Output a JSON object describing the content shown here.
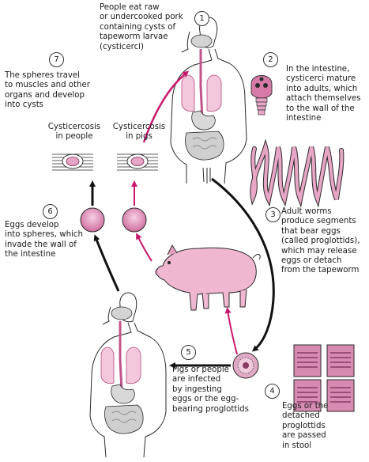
{
  "steps": [
    {
      "number": "1",
      "text": "People eat raw\nor undercooked pork\ncontaining cysts of\ntapeworm larvae\n(cysticerci)"
    },
    {
      "number": "2",
      "text": "In the intestine,\ncysticerci mature\ninto adults, which\nattach themselves\nto the wall of the\nintestine"
    },
    {
      "number": "3",
      "text": "Adult worms\nproduce segments\nthat bear eggs\n(called proglottids),\nwhich may release\neggs or detach\nfrom the tapeworm"
    },
    {
      "number": "4",
      "text": "Eggs or the\ndetached\nproglottids\nare passed\nin stool"
    },
    {
      "number": "5",
      "text": "Pigs or people\nare infected\nby ingesting\neggs or the egg-\nbearing proglottids"
    },
    {
      "number": "6",
      "text": "Eggs develop\ninto spheres, which\ninvade the wall of\nthe intestine"
    },
    {
      "number": "7",
      "text": "The spheres travel\nto muscles and other\norgans and develop\ninto cysts"
    }
  ],
  "labels": {
    "cysticercosis_people": "Cysticercosis\nin people",
    "cysticercosis_pigs": "Cysticercosis\nin pigs"
  },
  "colors": {
    "pink_fill": "#e8a6c6",
    "pink_dark": "#c2548b",
    "magenta_arrow": "#c8186e",
    "outline": "#2a2a2a",
    "organ_gray": "#d0d0d0"
  }
}
